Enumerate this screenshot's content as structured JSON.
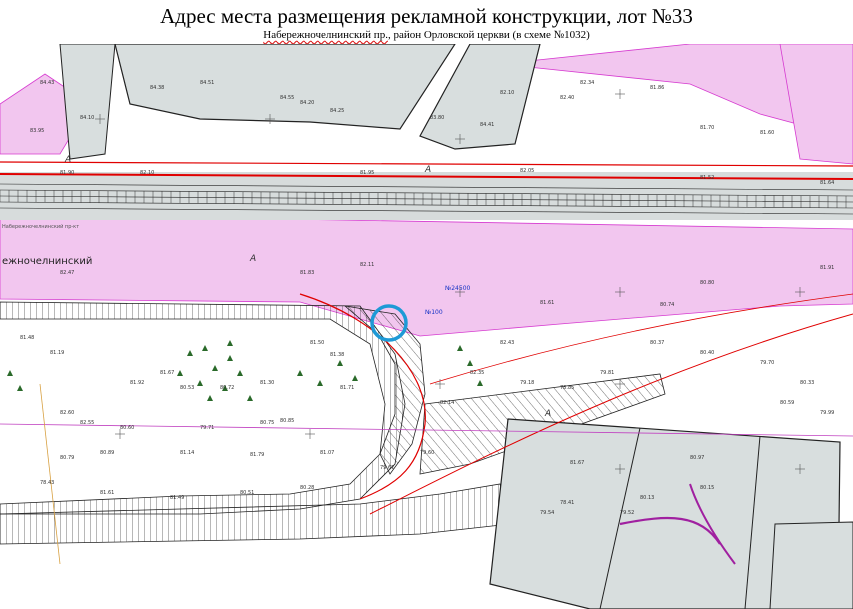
{
  "header": {
    "title": "Адрес места размещения рекламной конструкции, лот №33",
    "subtitle_street": "Набережночелнинский пр.",
    "subtitle_rest": ", район Орловской церкви (в схеме №1032)"
  },
  "map": {
    "street_label": "ежночелнинский",
    "street_label_small": "Набережночелнинский пр-кт",
    "zone_labels": [
      "А",
      "А",
      "А",
      "А"
    ],
    "lot_number_label": "№100",
    "marker_label": "№24500",
    "colors": {
      "pink_zone": "#f2c6ef",
      "pink_zone_edge": "#d63ad0",
      "gray_block": "#d8dede",
      "red_line": "#e00000",
      "marker_circle": "#1e9ad6",
      "blue_text": "#1633c6",
      "purple_curve": "#a020a0"
    },
    "elevations": [
      "84.10",
      "83.95",
      "84.43",
      "84.38",
      "84.51",
      "84.55",
      "84.20",
      "84.25",
      "83.80",
      "84.41",
      "82.10",
      "82.40",
      "82.34",
      "81.86",
      "81.70",
      "81.60",
      "81.90",
      "82.10",
      "81.95",
      "82.05",
      "81.52",
      "81.64",
      "82.11",
      "82.47",
      "81.83",
      "81.91",
      "81.61",
      "80.74",
      "80.80",
      "81.48",
      "81.19",
      "81.92",
      "81.67",
      "80.53",
      "80.72",
      "81.30",
      "81.38",
      "81.50",
      "81.71",
      "82.14",
      "82.35",
      "82.43",
      "82.60",
      "82.55",
      "80.60",
      "79.71",
      "80.75",
      "80.85",
      "80.79",
      "80.89",
      "81.14",
      "81.79",
      "81.07",
      "81.67",
      "80.97",
      "80.15",
      "80.13",
      "79.52",
      "79.54",
      "78.41",
      "78.43",
      "81.61",
      "81.49",
      "80.51",
      "80.28",
      "79.67",
      "79.60",
      "79.18",
      "78.85",
      "79.81",
      "80.37",
      "80.40",
      "79.70",
      "80.33",
      "80.59",
      "79.99"
    ]
  }
}
